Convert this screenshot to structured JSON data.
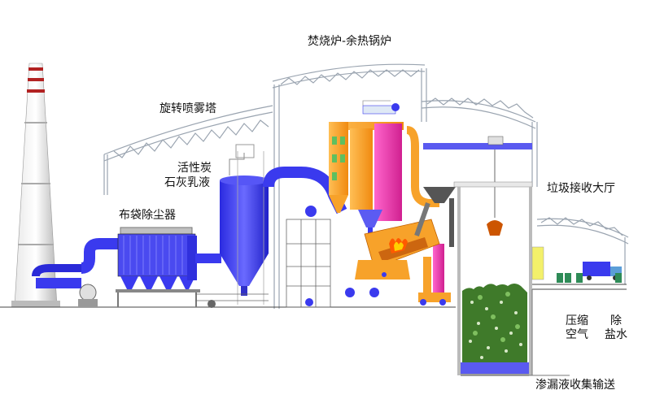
{
  "labels": {
    "incinerator_boiler": "焚烧炉-余热锅炉",
    "spray_tower": "旋转喷雾塔",
    "activated_carbon": "活性炭",
    "lime_slurry": "石灰乳液",
    "bag_filter": "布袋除尘器",
    "waste_hall": "垃圾接收大厅",
    "compressed": "压缩",
    "air": "空气",
    "desalt_1": "除",
    "desalt_2": "盐水",
    "leachate": "渗漏液收集输送"
  },
  "colors": {
    "flue_duct": "#3a3aee",
    "boiler_orange": "#f7a22a",
    "boiler_magenta": "#ee3aa8",
    "roof_truss": "#9aa4b0",
    "chimney": "#c8c8c8",
    "chimney_band": "#b22222",
    "flame": "#ff5a00"
  }
}
